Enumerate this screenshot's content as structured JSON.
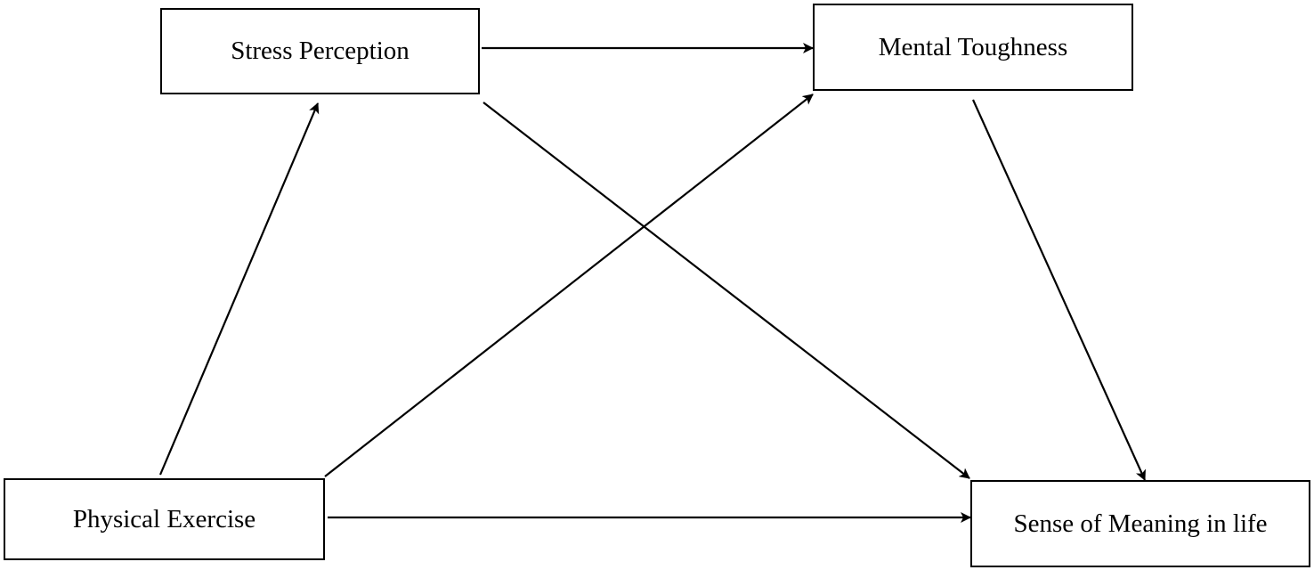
{
  "diagram": {
    "nodes": {
      "stress_perception": "Stress Perception",
      "mental_toughness": "Mental Toughness",
      "physical_exercise": "Physical Exercise",
      "sense_of_meaning": "Sense of Meaning in life"
    },
    "edges": [
      {
        "from": "physical_exercise",
        "to": "stress_perception"
      },
      {
        "from": "physical_exercise",
        "to": "mental_toughness"
      },
      {
        "from": "physical_exercise",
        "to": "sense_of_meaning"
      },
      {
        "from": "stress_perception",
        "to": "mental_toughness"
      },
      {
        "from": "stress_perception",
        "to": "sense_of_meaning"
      },
      {
        "from": "mental_toughness",
        "to": "sense_of_meaning"
      }
    ],
    "colors": {
      "stroke": "#000000",
      "background": "#ffffff"
    }
  }
}
